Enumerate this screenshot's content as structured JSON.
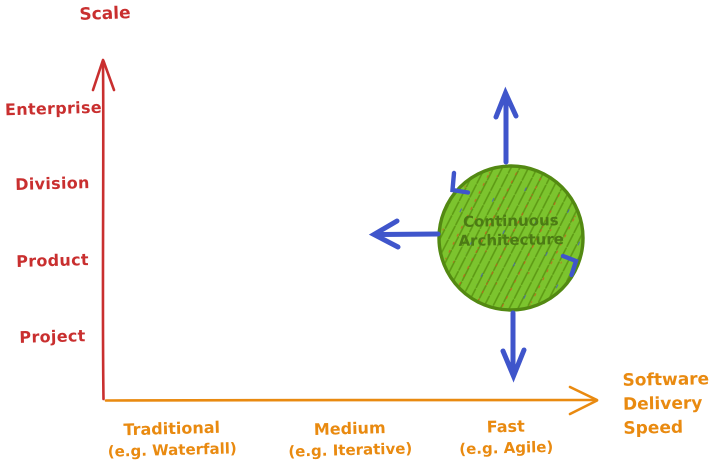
{
  "diagram_title": "Continuous Architecture scale vs software delivery speed",
  "colors": {
    "y_axis_red": "#c92f2f",
    "x_axis_orange": "#e98a10",
    "arrow_blue": "#3f55cb",
    "bubble_fill_green": "#7cc42e",
    "bubble_stroke_green": "#538912",
    "bubble_text_green": "#4c7a15",
    "background": "#ffffff"
  },
  "y_axis": {
    "title": "Scale",
    "labels": [
      "Enterprise",
      "Division",
      "Product",
      "Project"
    ]
  },
  "x_axis": {
    "title_lines": [
      "Software",
      "Delivery",
      "Speed"
    ],
    "ticks": [
      {
        "name": "Traditional",
        "example": "(e.g. Waterfall)"
      },
      {
        "name": "Medium",
        "example": "(e.g. Iterative)"
      },
      {
        "name": "Fast",
        "example": "(e.g. Agile)"
      }
    ]
  },
  "bubble": {
    "line1": "Continuous",
    "line2": "Architecture",
    "position_x": "Fast (e.g. Agile)",
    "position_y": "between Product and Division"
  },
  "arrows": [
    "up",
    "left",
    "down",
    "rotate-top-left",
    "rotate-right"
  ]
}
